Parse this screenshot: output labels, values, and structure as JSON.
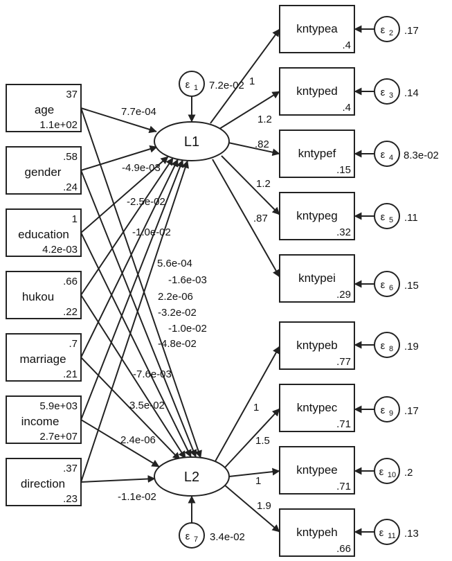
{
  "observed": [
    {
      "id": "age",
      "label": "age",
      "mean": "37",
      "var": "1.1e+02"
    },
    {
      "id": "gender",
      "label": "gender",
      "mean": ".58",
      "var": ".24"
    },
    {
      "id": "education",
      "label": "education",
      "mean": "1",
      "var": "4.2e-03"
    },
    {
      "id": "hukou",
      "label": "hukou",
      "mean": ".66",
      "var": ".22"
    },
    {
      "id": "marriage",
      "label": "marriage",
      "mean": ".7",
      "var": ".21"
    },
    {
      "id": "income",
      "label": "income",
      "mean": "5.9e+03",
      "var": "2.7e+07"
    },
    {
      "id": "direction",
      "label": "direction",
      "mean": ".37",
      "var": ".23"
    }
  ],
  "latent": [
    {
      "id": "L1",
      "label": "L1",
      "error_symbol": "ε",
      "error_index": "1",
      "error_var": "7.2e-02"
    },
    {
      "id": "L2",
      "label": "L2",
      "error_symbol": "ε",
      "error_index": "7",
      "error_var": "3.4e-02"
    }
  ],
  "indicators": [
    {
      "id": "kntypea",
      "label": "kntypea",
      "intercept": ".4",
      "error_symbol": "ε",
      "error_index": "2",
      "error_var": ".17",
      "loading": "1"
    },
    {
      "id": "kntyped",
      "label": "kntyped",
      "intercept": ".4",
      "error_symbol": "ε",
      "error_index": "3",
      "error_var": ".14",
      "loading": "1.2"
    },
    {
      "id": "kntypef",
      "label": "kntypef",
      "intercept": ".15",
      "error_symbol": "ε",
      "error_index": "4",
      "error_var": "8.3e-02",
      "loading": ".82"
    },
    {
      "id": "kntypeg",
      "label": "kntypeg",
      "intercept": ".32",
      "error_symbol": "ε",
      "error_index": "5",
      "error_var": ".11",
      "loading": "1.2"
    },
    {
      "id": "kntypei",
      "label": "kntypei",
      "intercept": ".29",
      "error_symbol": "ε",
      "error_index": "6",
      "error_var": ".15",
      "loading": ".87"
    },
    {
      "id": "kntypeb",
      "label": "kntypeb",
      "intercept": ".77",
      "error_symbol": "ε",
      "error_index": "8",
      "error_var": ".19",
      "loading": "1"
    },
    {
      "id": "kntypec",
      "label": "kntypec",
      "intercept": ".71",
      "error_symbol": "ε",
      "error_index": "9",
      "error_var": ".17",
      "loading": "1.5"
    },
    {
      "id": "kntypee",
      "label": "kntypee",
      "intercept": ".71",
      "error_symbol": "ε",
      "error_index": "10",
      "error_var": ".2",
      "loading": "1"
    },
    {
      "id": "kntypeh",
      "label": "kntypeh",
      "intercept": ".66",
      "error_symbol": "ε",
      "error_index": "11",
      "error_var": ".13",
      "loading": "1.9"
    }
  ],
  "paths_L1": [
    "7.7e-04",
    "-4.9e-03",
    "-2.5e-02",
    "-1.0e-02",
    "5.6e-04",
    "2.2e-06",
    "-3.2e-02"
  ],
  "paths_L2": [
    "-1.6e-03",
    "-1.0e-02",
    "-4.8e-02",
    "-7.6e-03",
    "3.5e-02",
    "2.4e-06",
    "-1.1e-02"
  ]
}
